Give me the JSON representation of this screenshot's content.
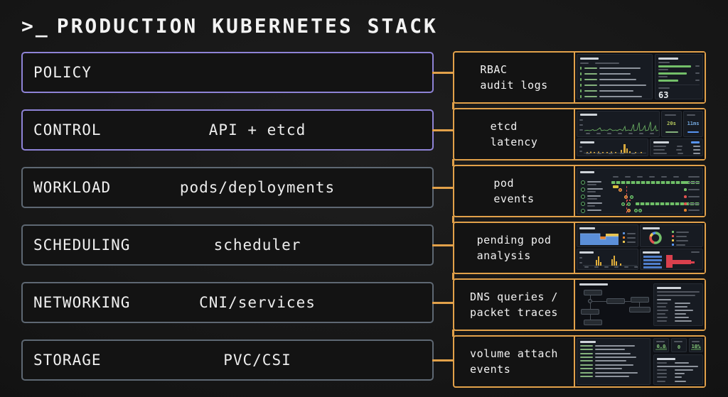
{
  "title": {
    "prompt": ">_",
    "text": "PRODUCTION KUBERNETES STACK"
  },
  "layers": [
    {
      "name": "POLICY",
      "detail": ""
    },
    {
      "name": "CONTROL",
      "detail": "API + etcd"
    },
    {
      "name": "WORKLOAD",
      "detail": "pods/deployments"
    },
    {
      "name": "SCHEDULING",
      "detail": "scheduler"
    },
    {
      "name": "NETWORKING",
      "detail": "CNI/services"
    },
    {
      "name": "STORAGE",
      "detail": "PVC/CSI"
    }
  ],
  "panels": [
    {
      "line1": "RBAC",
      "line2": "audit logs"
    },
    {
      "line1": "etcd",
      "line2": "latency"
    },
    {
      "line1": "pod",
      "line2": "events"
    },
    {
      "line1": "pending pod",
      "line2": "analysis"
    },
    {
      "line1": "DNS queries /",
      "line2": "packet traces"
    },
    {
      "line1": "volume attach",
      "line2": "events"
    }
  ],
  "dashboards": {
    "rbac": {
      "log_count": "63"
    },
    "etcd": {
      "stat_primary": "20s",
      "stat_secondary": "11ms"
    },
    "volume": {
      "stat_1": "0.0",
      "stat_2": "0",
      "stat_3": "10%"
    }
  },
  "colors": {
    "accent_orange": "#e2a14a",
    "accent_purple": "#8e83d6",
    "accent_slate": "#5e6873",
    "green": "#73bf69",
    "yellow": "#eac54f",
    "orange": "#e8832a",
    "red": "#e0524f",
    "blue": "#5794f2"
  }
}
